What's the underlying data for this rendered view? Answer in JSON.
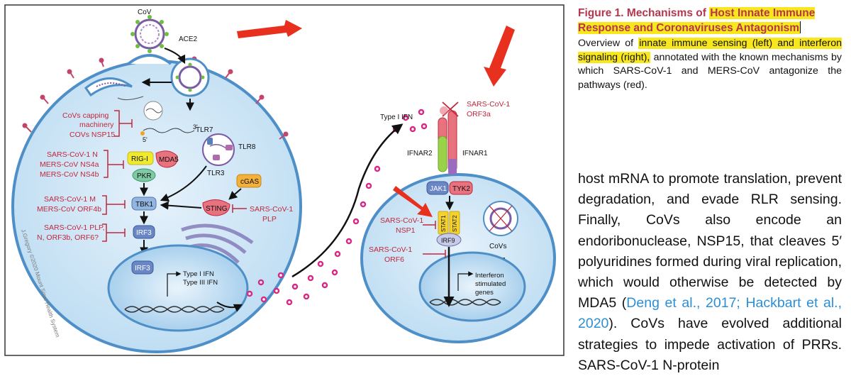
{
  "figure": {
    "left_cell": {
      "virus": "CoV",
      "receptor": "ACE2",
      "capping_label_1": "CoVs capping",
      "capping_label_2": "machinery",
      "nsp15_label": "COVs NSP15",
      "rna_5": "5'",
      "rna_3": "3'",
      "tlr7": "TLR7",
      "tlr8": "TLR8",
      "tlr3": "TLR3",
      "rigi": "RIG-I",
      "mda5": "MDA5",
      "pkr": "PKR",
      "tbk1": "TBK1",
      "irf3": "IRF3",
      "irf3_nuclear": "IRF3",
      "cgas": "cGAS",
      "sting": "STING",
      "antag_n_1": "SARS-CoV-1 N",
      "antag_n_2": "MERS-CoV NS4a",
      "antag_n_3": "MERS-CoV NS4b",
      "antag_m_1": "SARS-CoV-1 M",
      "antag_m_2": "MERS-CoV ORF4b",
      "antag_plp_1": "SARS-CoV-1 PLP,",
      "antag_plp_2": "N, ORF3b, ORF6?",
      "sting_antag_1": "SARS-CoV-1",
      "sting_antag_2": "PLP",
      "gene_out_1": "Type I IFN",
      "gene_out_2": "Type III IFN",
      "copyright": "J.Gregory ©2020 Mount Sinai Health System"
    },
    "right_cell": {
      "type1_ifn": "Type I IFN",
      "orf3a_1": "SARS-CoV-1",
      "orf3a_2": "ORF3a",
      "ifnar2": "IFNAR2",
      "ifnar1": "IFNAR1",
      "jak1": "JAK1",
      "tyk2": "TYK2",
      "stat1": "STAT1",
      "stat2": "STAT2",
      "irf9": "IRF9",
      "nsp1_1": "SARS-CoV-1",
      "nsp1_2": "NSP1",
      "orf6_1": "SARS-CoV-1",
      "orf6_2": "ORF6",
      "covs": "CoVs",
      "isg_1": "Interferon",
      "isg_2": "stimulated",
      "isg_3": "genes"
    }
  },
  "caption": {
    "title_prefix": "Figure 1.  Mechanisms of ",
    "title_highlight": "Host Innate Immune Response and Coronaviruses Antagonism",
    "body_prefix": "Overview of ",
    "body_highlight": "innate immune sensing (left) and interferon signaling (right),",
    "body_rest": " annotated with the known mechanisms by which SARS-CoV-1 and MERS-CoV antagonize the pathways (red)."
  },
  "body_text": {
    "part1": "host mRNA to promote translation, prevent degradation, and evade RLR sensing. Finally, CoVs also encode an endoribonuclease, NSP15, that cleaves 5′ polyuridines formed during viral replication, which would otherwise be detected by MDA5 (",
    "citation": "Deng et al., 2017; Hackbart et al., 2020",
    "part2": "). CoVs have evolved additional strategies to impede activation of PRRs. SARS-CoV-1 N-protein"
  },
  "colors": {
    "cell_fill": "#c9e3f5",
    "cell_stroke": "#4f8fc7",
    "antagonist_red": "#c0283d",
    "highlight": "#f8e71c",
    "annotation_arrow": "#e8301e"
  }
}
